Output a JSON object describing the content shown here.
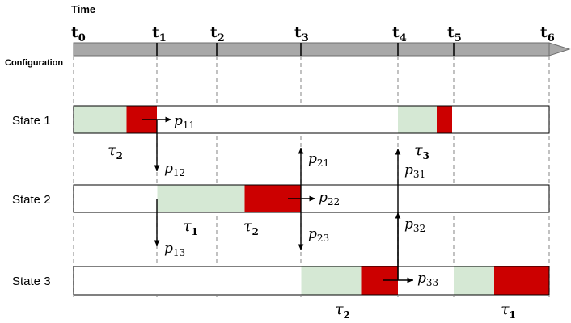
{
  "time_label": "Time",
  "config_label": "Configuration",
  "ticks": [
    {
      "main": "t",
      "sub": "0"
    },
    {
      "main": "t",
      "sub": "1"
    },
    {
      "main": "t",
      "sub": "2"
    },
    {
      "main": "t",
      "sub": "3"
    },
    {
      "main": "t",
      "sub": "4"
    },
    {
      "main": "t",
      "sub": "5"
    },
    {
      "main": "t",
      "sub": "6"
    }
  ],
  "states": [
    "State 1",
    "State 2",
    "State 3"
  ],
  "task_labels": [
    {
      "main": "τ",
      "sub": "2"
    },
    {
      "main": "τ",
      "sub": "3"
    },
    {
      "main": "τ",
      "sub": "1"
    },
    {
      "main": "τ",
      "sub": "2"
    },
    {
      "main": "τ",
      "sub": "2"
    },
    {
      "main": "τ",
      "sub": "1"
    }
  ],
  "probabilities": [
    {
      "main": "p",
      "sub": "11"
    },
    {
      "main": "p",
      "sub": "12"
    },
    {
      "main": "p",
      "sub": "13"
    },
    {
      "main": "p",
      "sub": "21"
    },
    {
      "main": "p",
      "sub": "22"
    },
    {
      "main": "p",
      "sub": "23"
    },
    {
      "main": "p",
      "sub": "31"
    },
    {
      "main": "p",
      "sub": "32"
    },
    {
      "main": "p",
      "sub": "33"
    }
  ],
  "colors": {
    "timeline": "#a8a8a8",
    "segment_light": "#d5e8d4",
    "segment_red": "#cc0000",
    "dashed": "#a0a0a0",
    "arrow": "#000000"
  }
}
